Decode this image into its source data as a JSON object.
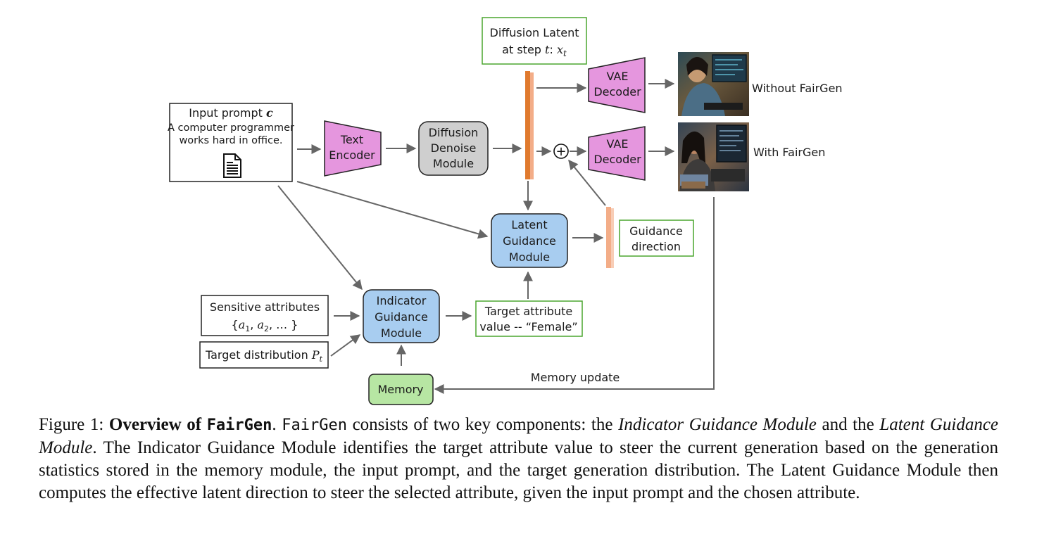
{
  "colors": {
    "pink": "#e596de",
    "grey": "#cfcfcf",
    "blue": "#a8cdf0",
    "green_fill": "#b7e6a3",
    "green_border": "#4aa52e",
    "latent_bar": "#e07a2e",
    "guidance_bar": "#f3ad88",
    "arrow": "#666666"
  },
  "input_prompt": {
    "title": "Input prompt ",
    "title_var": "c",
    "line1": "A computer programmer",
    "line2": "works hard in office.",
    "icon": "document-icon"
  },
  "text_encoder": {
    "line1": "Text",
    "line2": "Encoder"
  },
  "diffusion_denoise": {
    "line1": "Diffusion",
    "line2": "Denoise",
    "line3": "Module"
  },
  "diffusion_latent": {
    "line1": "Diffusion Latent",
    "line2_prefix": "at step ",
    "line2_var": "t",
    "line2_sep": ": ",
    "line2_var2": "x",
    "line2_sub": "t"
  },
  "vae_top": {
    "line1": "VAE",
    "line2": "Decoder"
  },
  "vae_bottom": {
    "line1": "VAE",
    "line2": "Decoder"
  },
  "plus_symbol": "+",
  "output_without": "Without FairGen",
  "output_with": "With FairGen",
  "latent_guidance": {
    "line1": "Latent",
    "line2": "Guidance",
    "line3": "Module"
  },
  "guidance_direction": {
    "line1": "Guidance",
    "line2": "direction"
  },
  "indicator_guidance": {
    "line1": "Indicator",
    "line2": "Guidance",
    "line3": "Module"
  },
  "sensitive_attributes": {
    "line1": "Sensitive attributes",
    "set_open": "{",
    "a": "a",
    "sub1": "1",
    "comma": ", ",
    "sub2": "2",
    "rest": ", … }"
  },
  "target_distribution": {
    "text": "Target distribution ",
    "var": "P",
    "sub": "t"
  },
  "target_attribute": {
    "line1": "Target attribute",
    "line2": "value -- “Female”"
  },
  "memory": "Memory",
  "memory_update": "Memory update",
  "caption": {
    "fig": "Figure 1: ",
    "bold_prefix": "Overview of ",
    "bold_mono": "FairGen",
    "after_bold": ". ",
    "mono": "FairGen",
    "part1": " consists of two key components: the ",
    "italic1": "Indicator Guidance Module",
    "part2": " and the ",
    "italic2": "Latent Guidance Module",
    "part3": ". The Indicator Guidance Module identifies the target attribute value to steer the current generation based on the generation statistics stored in the memory module, the input prompt, and the target generation distribution. The Latent Guidance Module then computes the effective latent direction to steer the selected attribute, given the input prompt and the chosen attribute."
  }
}
